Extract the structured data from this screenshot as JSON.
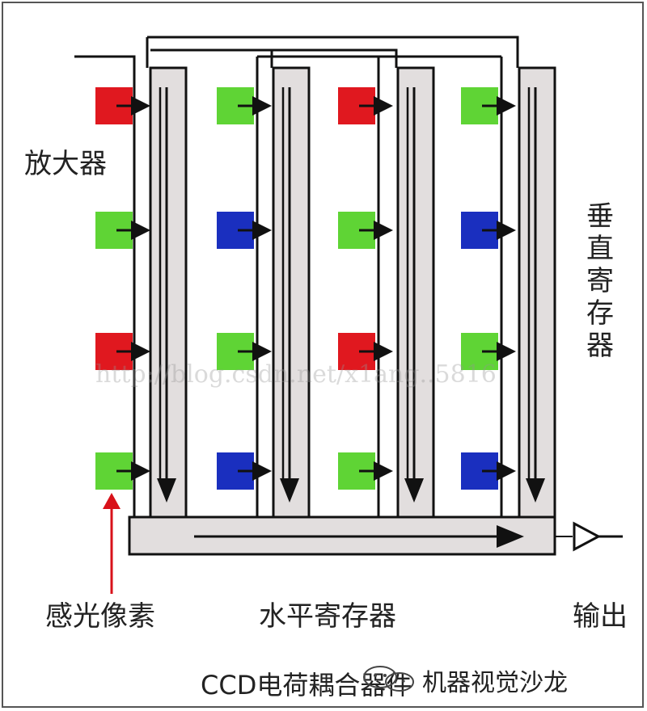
{
  "labels": {
    "amplifier": "放大器",
    "vertical_register": "垂直寄存器",
    "photosensitive_pixel": "感光像素",
    "horizontal_register": "水平寄存器",
    "output": "输出",
    "caption": "CCD电荷耦合器件"
  },
  "watermark": {
    "url_text": "http://blog.csdn.net/x1ang..5816",
    "brand_text": "机器视觉沙龙"
  },
  "colors": {
    "red": "#e0181f",
    "green": "#5fd435",
    "blue": "#1a2fbf",
    "register_fill": "#e2dede",
    "line": "#111111",
    "pointer": "#d8121a"
  },
  "pixel_grid": [
    [
      "red",
      "green",
      "red",
      "green"
    ],
    [
      "green",
      "blue",
      "green",
      "blue"
    ],
    [
      "red",
      "green",
      "red",
      "green"
    ],
    [
      "green",
      "blue",
      "green",
      "blue"
    ]
  ]
}
